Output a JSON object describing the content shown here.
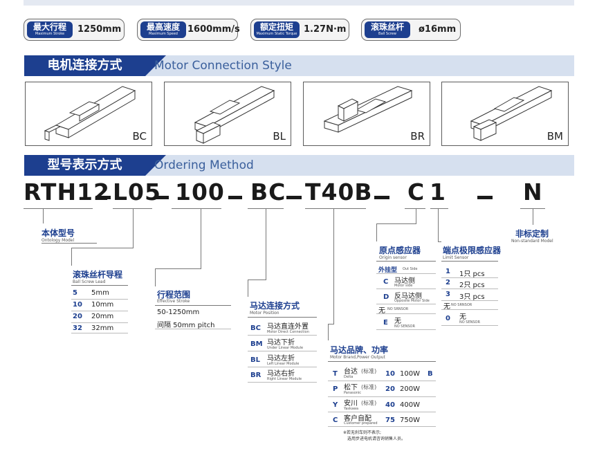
{
  "specs": [
    {
      "cn": "最大行程",
      "en": "Maximum Stroke",
      "value": "1250mm"
    },
    {
      "cn": "最高速度",
      "en": "Maximum Speed",
      "value": "1600mm/s"
    },
    {
      "cn": "额定扭矩",
      "en": "Maximum Static Torque",
      "value": "1.27N·m"
    },
    {
      "cn": "滚珠丝杆",
      "en": "Ball Screw",
      "value": "ø16mm"
    }
  ],
  "section_motor": {
    "cn": "电机连接方式",
    "en": "Motor Connection Style"
  },
  "styles": [
    "BC",
    "BL",
    "BR",
    "BM"
  ],
  "section_order": {
    "cn": "型号表示方式",
    "en": "Ordering Method"
  },
  "model": {
    "base": "RTH12",
    "lead": "L05",
    "stroke": "100",
    "position": "BC",
    "motor": "T40B",
    "origin": "C",
    "limit": "1",
    "nonstd": "N"
  },
  "ontology": {
    "cn": "本体型号",
    "en": "Ontology Model"
  },
  "lead": {
    "cn": "滚珠丝杆导程",
    "en": "Ball Screw Lead",
    "rows": [
      [
        "5",
        "5mm"
      ],
      [
        "10",
        "10mm"
      ],
      [
        "20",
        "20mm"
      ],
      [
        "32",
        "32mm"
      ]
    ]
  },
  "stroke": {
    "cn": "行程范围",
    "en": "Effective Stroke",
    "range": "50-1250mm",
    "pitch": "间隔 50mm pitch"
  },
  "position": {
    "cn": "马达连接方式",
    "en": "Motor Position",
    "rows": [
      {
        "k": "BC",
        "cn": "马达直连外置",
        "en": "Motor Direct Connection"
      },
      {
        "k": "BM",
        "cn": "马达下折",
        "en": "Under Linear Module"
      },
      {
        "k": "BL",
        "cn": "马达左折",
        "en": "Left Linear Module"
      },
      {
        "k": "BR",
        "cn": "马达右折",
        "en": "Right Linear Module"
      }
    ]
  },
  "brand": {
    "cn": "马达品牌、功率",
    "en": "Motor Brand,Power Output",
    "b": "B",
    "rows": [
      {
        "k": "T",
        "cn": "台达",
        "tag": "(标准)",
        "en": "Delta",
        "pk": "10",
        "pw": "100W"
      },
      {
        "k": "P",
        "cn": "松下",
        "tag": "(标准)",
        "en": "Panasonic",
        "pk": "20",
        "pw": "200W"
      },
      {
        "k": "Y",
        "cn": "安川",
        "tag": "(标准)",
        "en": "Yaskawa",
        "pk": "40",
        "pw": "400W"
      },
      {
        "k": "C",
        "cn": "客户自配",
        "tag": "",
        "en": "Customer prepared",
        "pk": "75",
        "pw": "750W"
      }
    ],
    "note1": "※若无刹车则不表示;",
    "note2": "选用步进电机请咨询销售人员。"
  },
  "origin": {
    "cn": "原点感应器",
    "en": "Origin sensor",
    "outer_cn": "外挂型",
    "outer_en": "Out Side",
    "rows": [
      {
        "k": "C",
        "cn": "马达侧",
        "en": "Motor side"
      },
      {
        "k": "D",
        "cn": "反马达侧",
        "en": "Opposite Motor Side"
      },
      {
        "k": "",
        "cn": "无",
        "en": "NO SRNSOR"
      },
      {
        "k": "E",
        "cn": "无",
        "en": "NO SENSOR"
      }
    ]
  },
  "limit": {
    "cn": "端点极限感应器",
    "en": "Limit Sensor",
    "rows": [
      {
        "k": "1",
        "v": "1只 pcs"
      },
      {
        "k": "2",
        "v": "2只 pcs"
      },
      {
        "k": "3",
        "v": "3只 pcs"
      }
    ],
    "none1_cn": "无",
    "none1_en": "NO SRNSOR",
    "zero_k": "0",
    "zero_cn": "无",
    "zero_en": "NO SENSOR"
  },
  "nonstd": {
    "cn": "非标定制",
    "en": "Non-standard Model"
  },
  "colors": {
    "brand_blue": "#1d3f8f",
    "header_bg": "#d6e0ef",
    "header_text": "#3a5f9c"
  }
}
